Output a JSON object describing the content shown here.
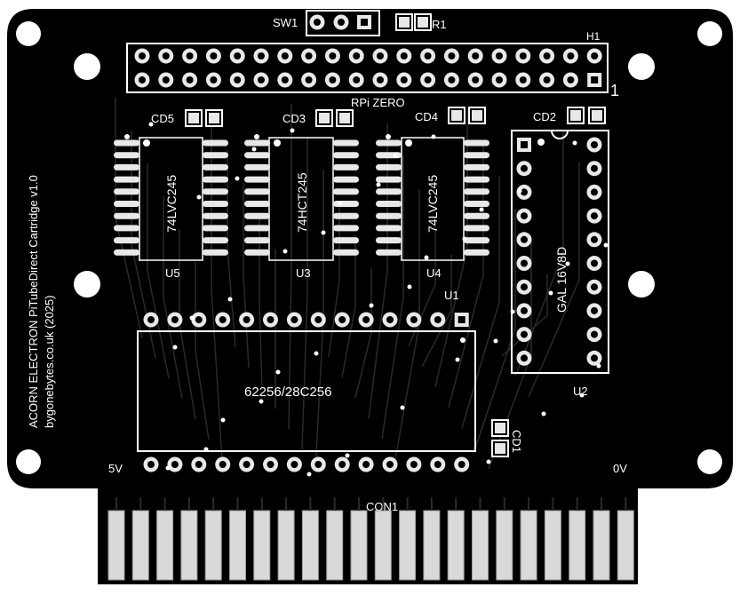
{
  "board": {
    "side_text_line1": "ACORN ELECTRON PiTubeDirect Cartridge v1.0",
    "side_text_line2": "bygonebytes.co.uk (2025)",
    "colors": {
      "board": "#000000",
      "silk": "#ffffff",
      "pad": "#e8e8e8",
      "trace": "#2a2a2a"
    }
  },
  "components": {
    "sw1": "SW1",
    "r1": "R1",
    "h1": "H1",
    "h1_pin1": "1",
    "rpi": "RPi ZERO",
    "cd5": "CD5",
    "cd3": "CD3",
    "cd4": "CD4",
    "cd2": "CD2",
    "cd1": "CD1",
    "u5": "U5",
    "u5_part": "74LVC245",
    "u3": "U3",
    "u3_part": "74HCT245",
    "u4": "U4",
    "u4_part": "74LVC245",
    "u2": "U2",
    "u2_part": "GAL 16V8D",
    "u1": "U1",
    "u1_part": "62256/28C256",
    "con1": "CON1",
    "v5": "5V",
    "v0": "0V"
  }
}
